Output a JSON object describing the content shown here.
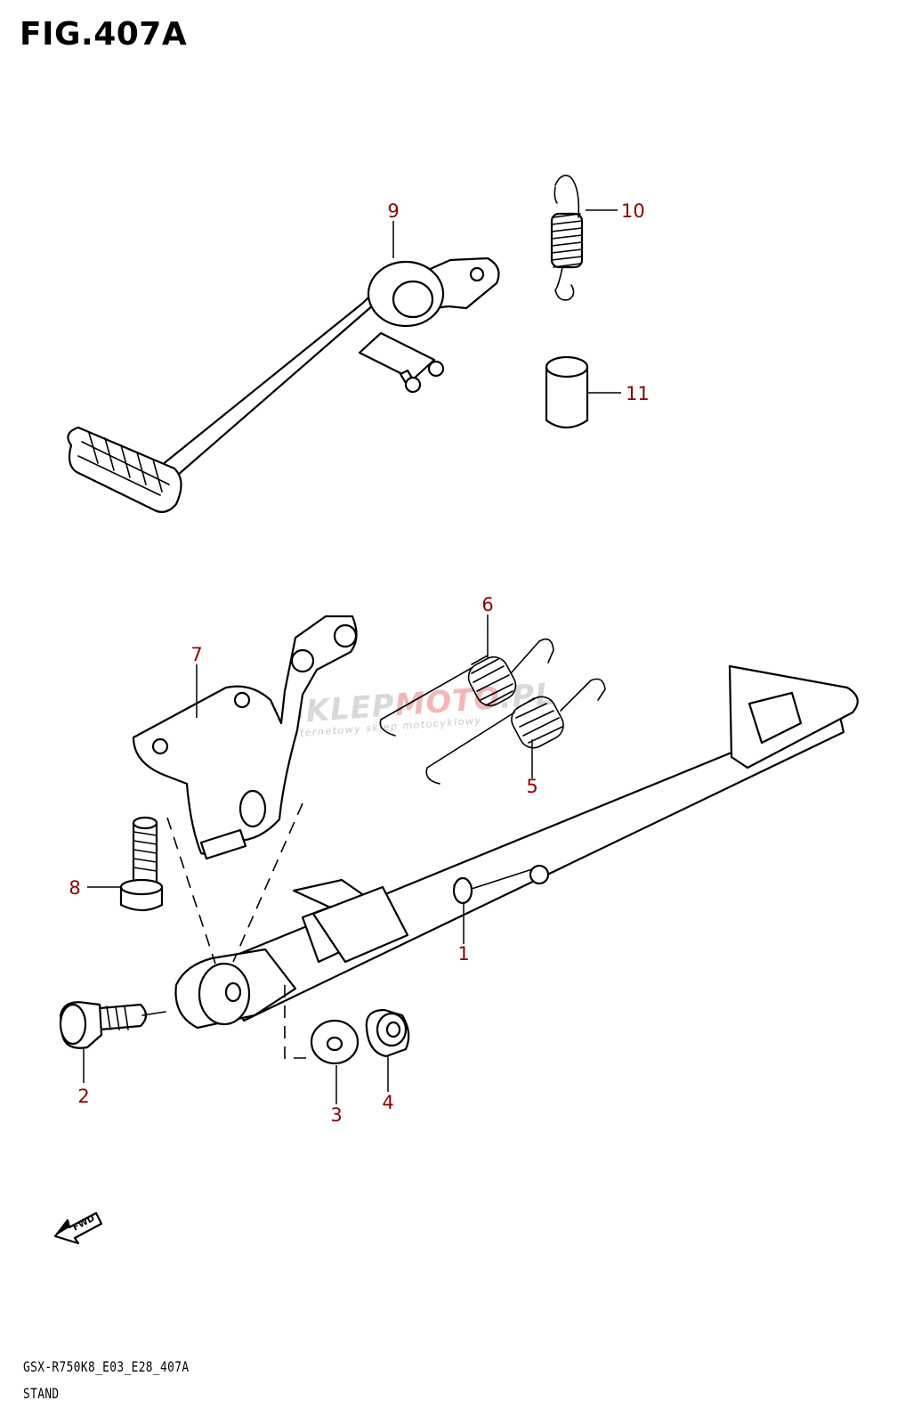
{
  "figure": {
    "title": "FIG.407A",
    "code": "GSX-R750K8_E03_E28_407A",
    "name": "STAND"
  },
  "watermark": {
    "brand_a": "SKLEP",
    "brand_b": "MOTO",
    "brand_c": ".PL",
    "tagline": "internetowy sklep motocyklowy"
  },
  "fwd_label": "FWD",
  "callouts": [
    "1",
    "2",
    "3",
    "4",
    "5",
    "6",
    "7",
    "8",
    "9",
    "10",
    "11"
  ],
  "callout_color": "#8b0000"
}
